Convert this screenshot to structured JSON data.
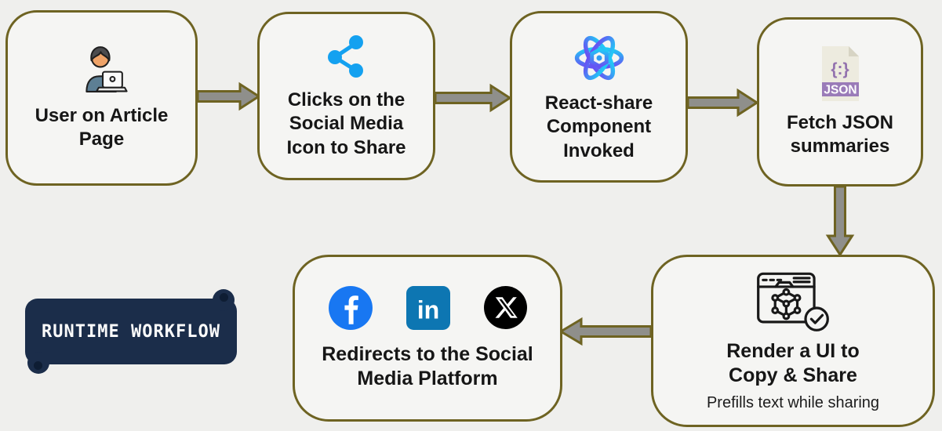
{
  "badge": {
    "label": "RUNTIME WORKFLOW"
  },
  "nodes": [
    {
      "id": "user-on-article-page",
      "label": "User on Article\nPage",
      "icon": "person-laptop-icon"
    },
    {
      "id": "clicks-social-media-icon",
      "label": "Clicks on the\nSocial Media\nIcon to Share",
      "icon": "share-icon"
    },
    {
      "id": "react-share-component",
      "label": "React-share\nComponent\nInvoked",
      "icon": "react-icon"
    },
    {
      "id": "fetch-json-summaries",
      "label": "Fetch JSON\nsummaries",
      "icon": "json-file-icon",
      "icon_brace_text": "{:}",
      "icon_band_text": "JSON"
    },
    {
      "id": "render-ui-copy-share",
      "label": "Render a UI to\nCopy & Share",
      "sublabel": "Prefills text while sharing",
      "icon": "browser-cube-check-icon"
    },
    {
      "id": "redirects-social-platform",
      "label": "Redirects to the Social\nMedia Platform",
      "icons": [
        "facebook-icon",
        "linkedin-icon",
        "x-icon"
      ],
      "linkedin_glyph": "in"
    }
  ],
  "arrows": [
    {
      "from": "user-on-article-page",
      "to": "clicks-social-media-icon",
      "direction": "right"
    },
    {
      "from": "clicks-social-media-icon",
      "to": "react-share-component",
      "direction": "right"
    },
    {
      "from": "react-share-component",
      "to": "fetch-json-summaries",
      "direction": "right"
    },
    {
      "from": "fetch-json-summaries",
      "to": "render-ui-copy-share",
      "direction": "down"
    },
    {
      "from": "render-ui-copy-share",
      "to": "redirects-social-platform",
      "direction": "left"
    }
  ],
  "colors": {
    "background": "#efefed",
    "node_fill": "#f5f5f3",
    "node_border": "#6e6322",
    "arrow_fill": "#8f8f8b",
    "text": "#161616",
    "badge_bg": "#1b2d4a",
    "share_blue": "#14a1f0",
    "react_gradient_start": "#21c8f6",
    "react_gradient_end": "#6654f3",
    "json_purple": "#9a7bb8",
    "facebook_blue": "#1877f2",
    "linkedin_blue": "#0d76b2",
    "x_black": "#000000"
  }
}
